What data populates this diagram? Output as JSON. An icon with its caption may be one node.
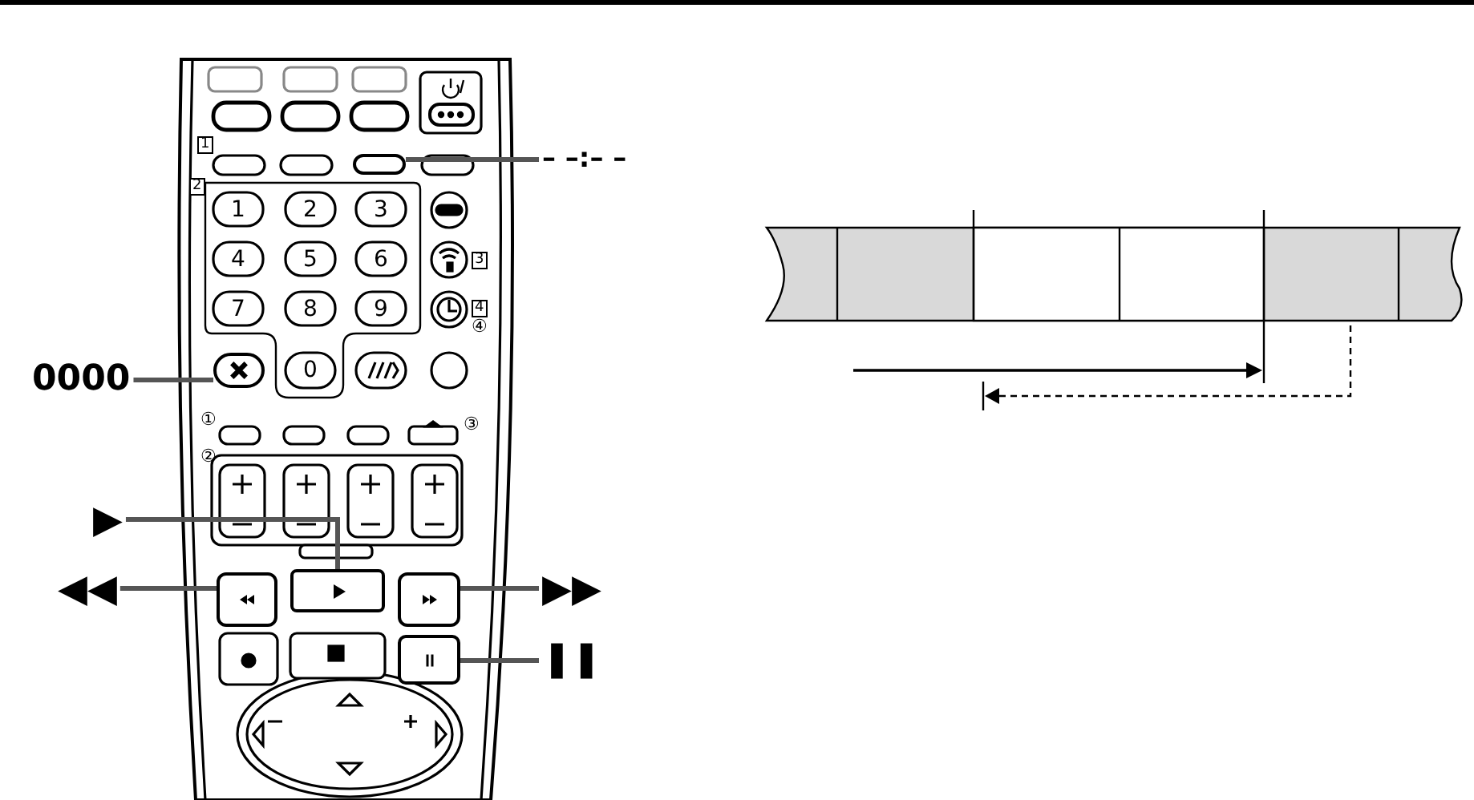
{
  "diagram": {
    "nodes": [
      {
        "text": [
          "– –:– –"
        ]
      },
      {
        "text": [],
        "shape": "box"
      },
      {
        "text": [
          "0000"
        ]
      },
      {
        "text": [],
        "shape": "box"
      },
      {
        "text": [
          "▶"
        ]
      },
      {
        "text": [],
        "shape": "box"
      },
      {
        "text": [
          "◀◀"
        ]
      },
      {
        "text": [],
        "shape": "box"
      },
      {
        "text": [
          "▶▶"
        ]
      },
      {
        "text": [],
        "shape": "box"
      },
      {
        "text": [
          "❚❚"
        ]
      },
      {
        "text": [],
        "shape": "box"
      }
    ],
    "edges": [
      {
        "from": 0,
        "to": 1,
        "arrow": "none"
      },
      {
        "from": 2,
        "to": 3,
        "arrow": "none"
      },
      {
        "from": 4,
        "to": 5,
        "arrow": "none"
      },
      {
        "from": 6,
        "to": 7,
        "arrow": "none"
      },
      {
        "from": 8,
        "to": 9,
        "arrow": "none"
      },
      {
        "from": 10,
        "to": 11,
        "arrow": "none"
      }
    ],
    "labels": [
      "1",
      "2",
      "1",
      "2",
      "3",
      "4",
      "5",
      "6",
      "3",
      "7",
      "8",
      "9",
      "4",
      "④",
      "0",
      "①",
      "③",
      "②"
    ]
  }
}
